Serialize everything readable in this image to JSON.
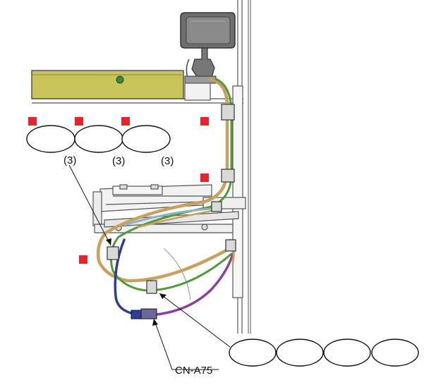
{
  "callouts": {
    "qty_1": "(3)",
    "qty_2": "(3)",
    "qty_3": "(3)",
    "connector": "CN-A75"
  },
  "colors": {
    "marker_red": "#e8232a",
    "panel_olive": "#c9c45a",
    "wire_tan": "#c9a15e",
    "wire_green": "#4f9a3a",
    "wire_blue": "#2e3d9c",
    "wire_purple": "#8b3f9e",
    "frame_gray": "#7a7a7a"
  },
  "icons": [
    "lamp-icon",
    "clamp-icon",
    "connector-icon",
    "marker-square-icon"
  ]
}
